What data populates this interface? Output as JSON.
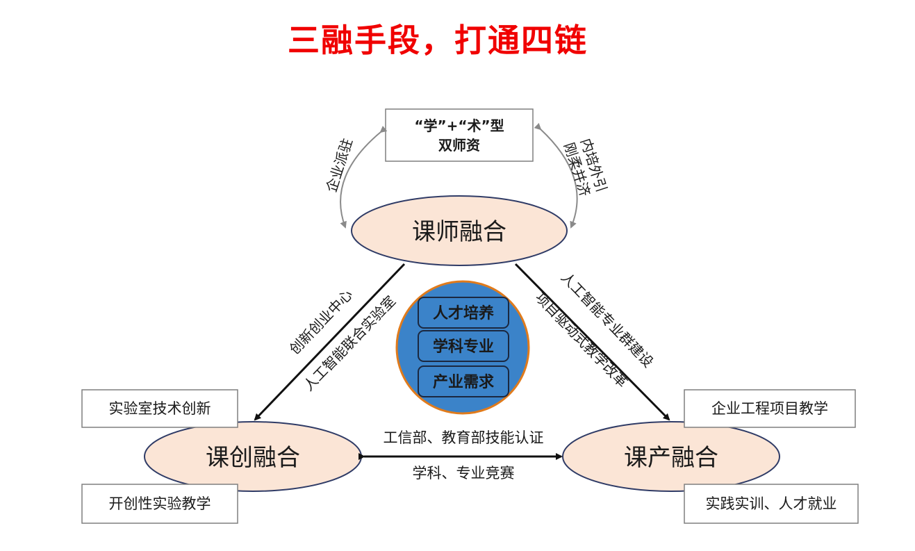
{
  "title": "三融手段，打通四链",
  "top_box": {
    "line1": "“学”+“术”型",
    "line2": "双师资"
  },
  "top_left_arc_label": "企业派驻",
  "top_right_arc_label": {
    "line1": "内培外引",
    "line2": "刚柔并济"
  },
  "nodes": {
    "top": "课师融合",
    "left": "课创融合",
    "right": "课产融合"
  },
  "left_edge_labels": {
    "line1": "创新创业中心",
    "line2": "人工智能联合实验室"
  },
  "right_edge_labels": {
    "line1": "人工智能专业群建设",
    "line2": "项目驱动式教学改革"
  },
  "bottom_edge_labels": {
    "top": "工信部、教育部技能认证",
    "bottom": "学科、专业竞赛"
  },
  "center_items": [
    "人才培养",
    "学科专业",
    "产业需求"
  ],
  "side_boxes": {
    "left_top": "实验室技术创新",
    "left_bottom": "开创性实验教学",
    "right_top": "企业工程项目教学",
    "right_bottom": "实践实训、人才就业"
  },
  "colors": {
    "title": "#f00000",
    "ellipse_fill": "#fbe5d6",
    "ellipse_stroke": "#2f3b66",
    "circle_fill": "#3b83c9",
    "circle_stroke": "#e07b1c",
    "center_box_fill": "#3b83c9"
  }
}
